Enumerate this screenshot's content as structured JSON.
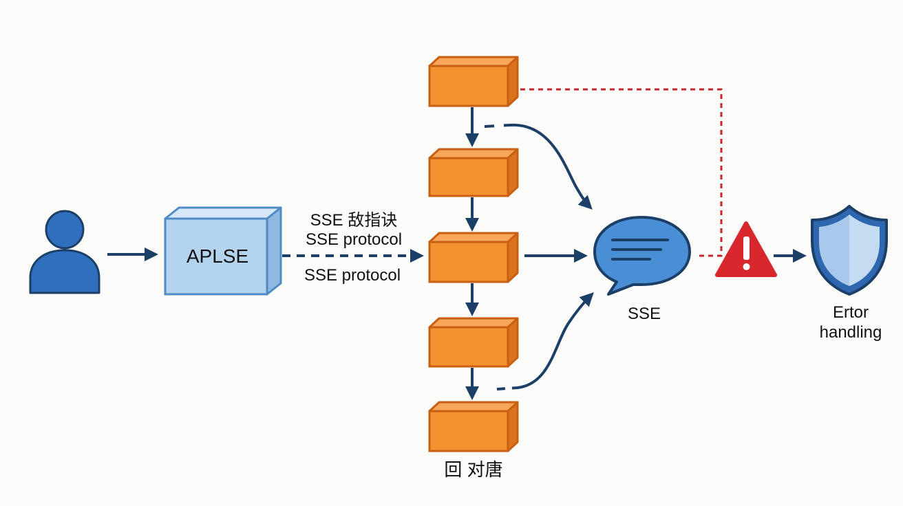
{
  "colors": {
    "navy": "#1b3f66",
    "person_blue": "#2f6fbd",
    "box_blue_fill": "#b3d3ee",
    "box_blue_stroke": "#4f8ac5",
    "orange": "#f4922f",
    "orange_stroke": "#c95f12",
    "bubble_blue": "#4a8fd6",
    "alert_red": "#d9272e",
    "dashed_red": "#c4242b",
    "shield_blue": "#2e67b0",
    "shield_light": "#a9c9ea"
  },
  "icons": {
    "user": "user-icon",
    "message": "chat-bubble-icon",
    "alert": "warning-icon",
    "shield": "shield-icon"
  },
  "labels": {
    "aplse": "APLSE",
    "protocol_cn": "SSE 敌指诀",
    "protocol_1": "SSE protocol",
    "protocol_2": "SSE protocol",
    "sse": "SSE",
    "error_line1": "Ertor",
    "error_line2": "handling",
    "stack_bottom": "回 对唐"
  }
}
